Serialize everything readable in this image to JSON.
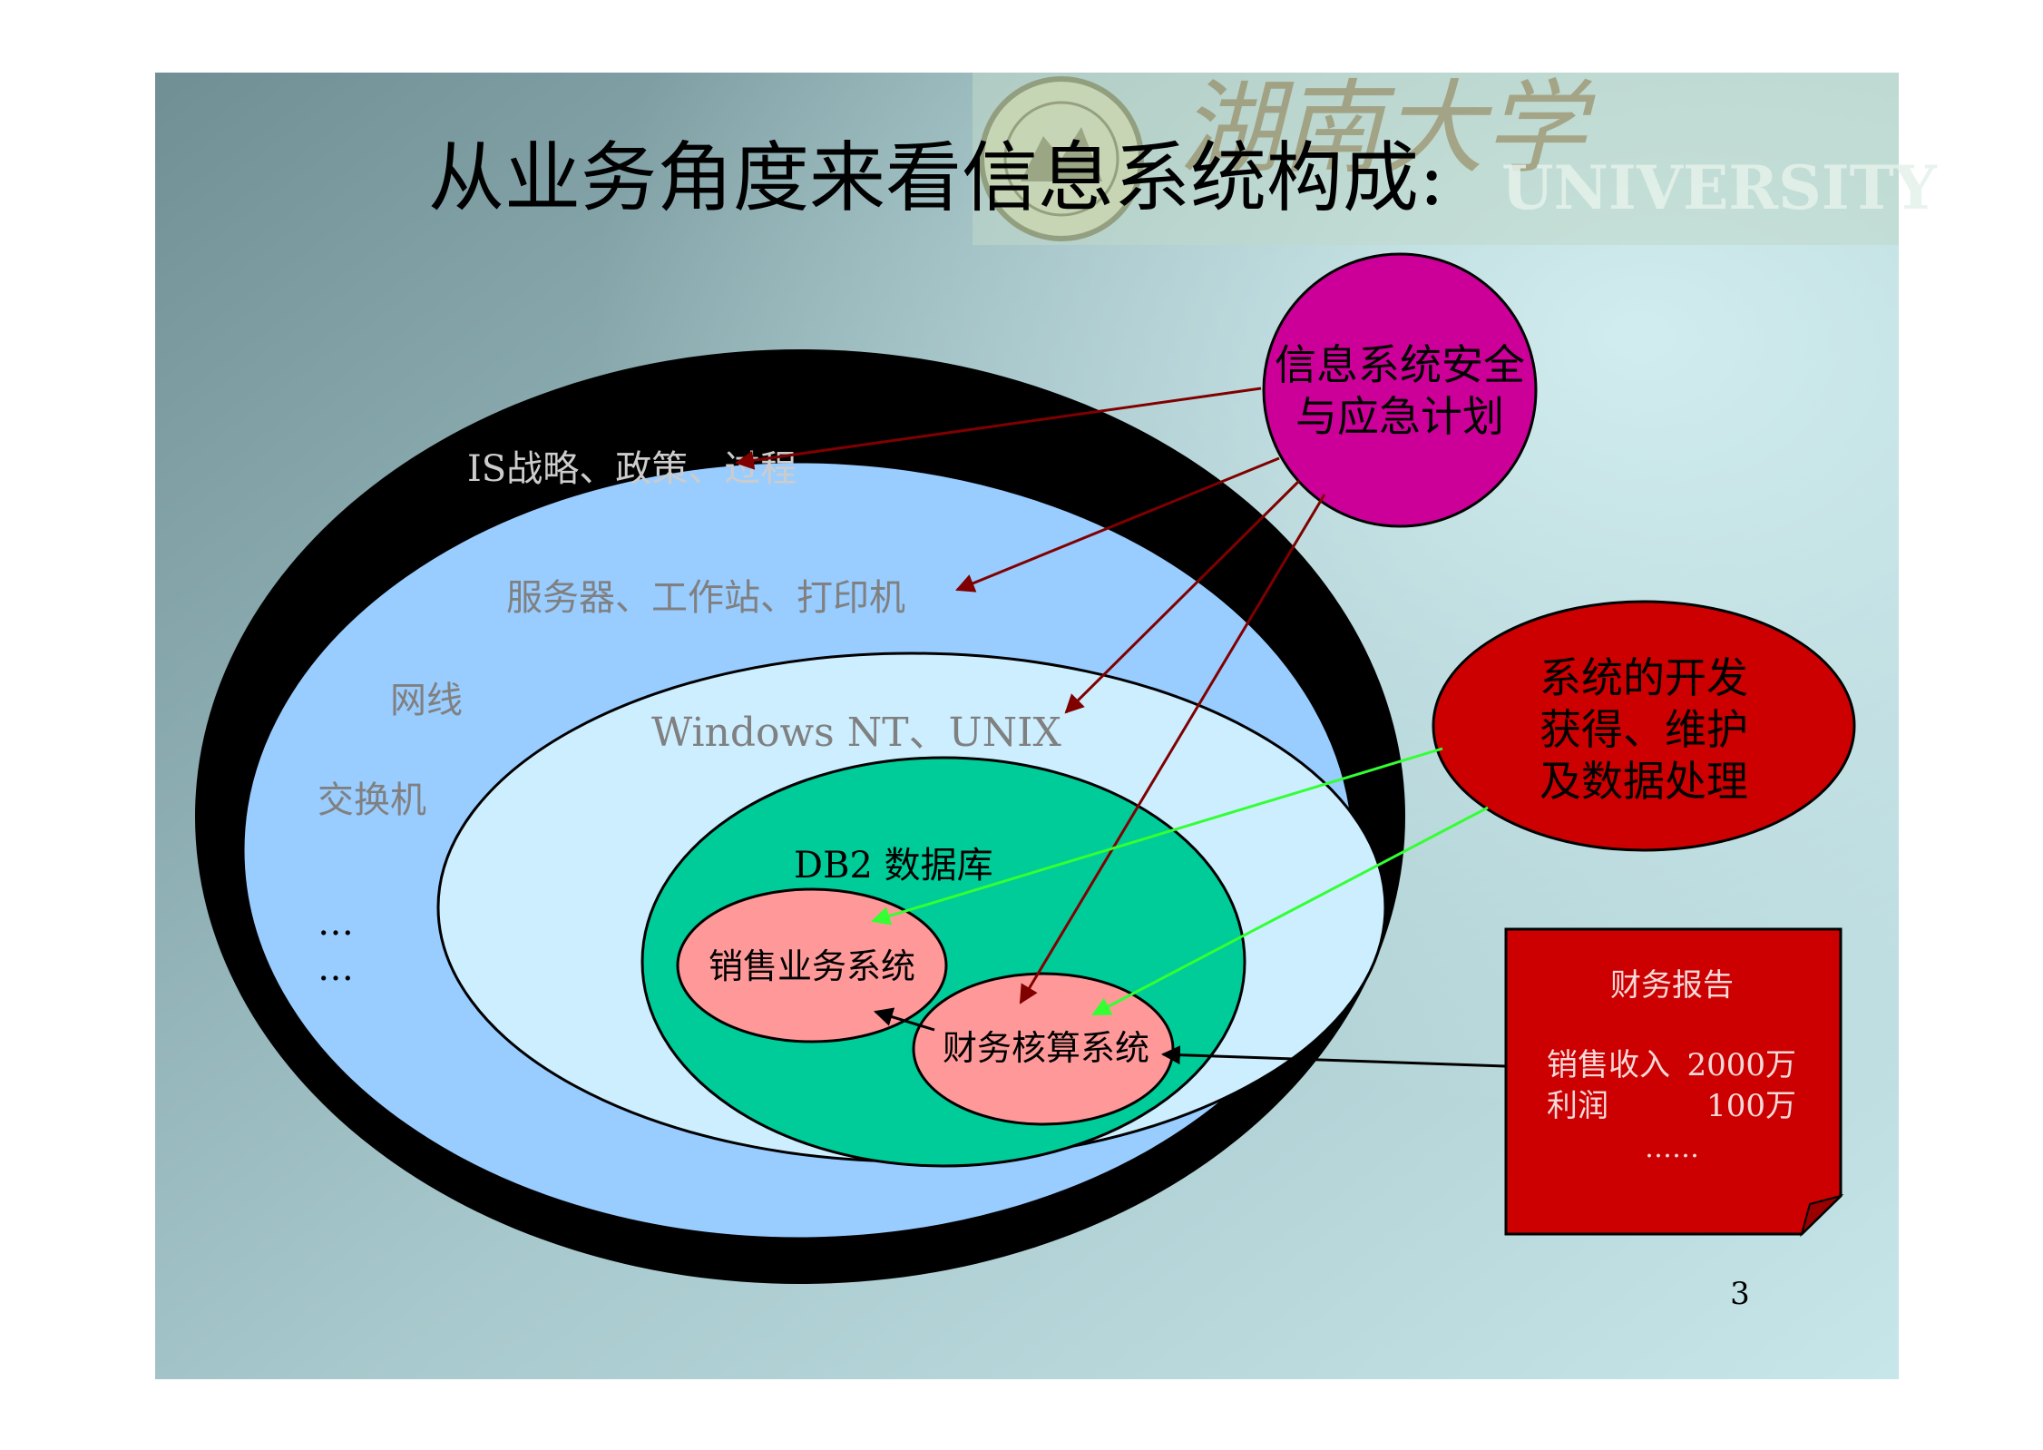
{
  "slide": {
    "title": "从业务角度来看信息系统构成:",
    "page_number": "3",
    "logo_text": "UNIVERSITY",
    "logo_calligraphy": "湖南大学"
  },
  "layers": {
    "strategy": "IS战略、政策、过程",
    "hardware": "服务器、工作站、打印机",
    "network": "网线",
    "switch": "交换机",
    "ellipsis1": "…",
    "ellipsis2": "…",
    "os": "Windows NT、UNIX",
    "database": "DB2 数据库",
    "sales_system": "销售业务系统",
    "finance_system": "财务核算系统"
  },
  "callouts": {
    "security_line1": "信息系统安全",
    "security_line2": "与应急计划",
    "dev_line1": "系统的开发",
    "dev_line2": "获得、维护",
    "dev_line3": "及数据处理"
  },
  "report": {
    "title": "财务报告",
    "row1_label": "销售收入",
    "row1_value": "2000万",
    "row2_label": "利润",
    "row2_value": "100万",
    "more": "……"
  },
  "colors": {
    "outer_ring": "#000000",
    "hardware_layer": "#99ccff",
    "os_layer": "#cceeff",
    "database_layer": "#00cc99",
    "app_nodes": "#ff9999",
    "security_circle": "#cc0099",
    "dev_ellipse": "#cc0000",
    "report_box": "#cc0000",
    "dark_arrow": "#800000",
    "green_arrow": "#33ff33"
  }
}
